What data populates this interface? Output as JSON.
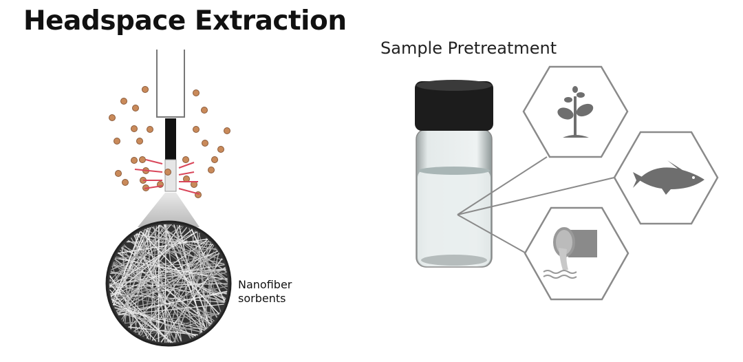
{
  "left_panel": {
    "title": "Headspace Extraction",
    "label_line1": "Nanofiber",
    "label_line2": "sorbents"
  },
  "right_panel": {
    "title": "Sample Pretreatment",
    "sample_types": [
      "plant-icon",
      "fish-icon",
      "wastewater-pipe-icon"
    ]
  },
  "colors": {
    "particle": "#c98a5a",
    "arrow": "#d9465a",
    "hex_stroke": "#8a8a8a",
    "icon_fill": "#6e6e6e",
    "cap": "#1c1c1c"
  }
}
